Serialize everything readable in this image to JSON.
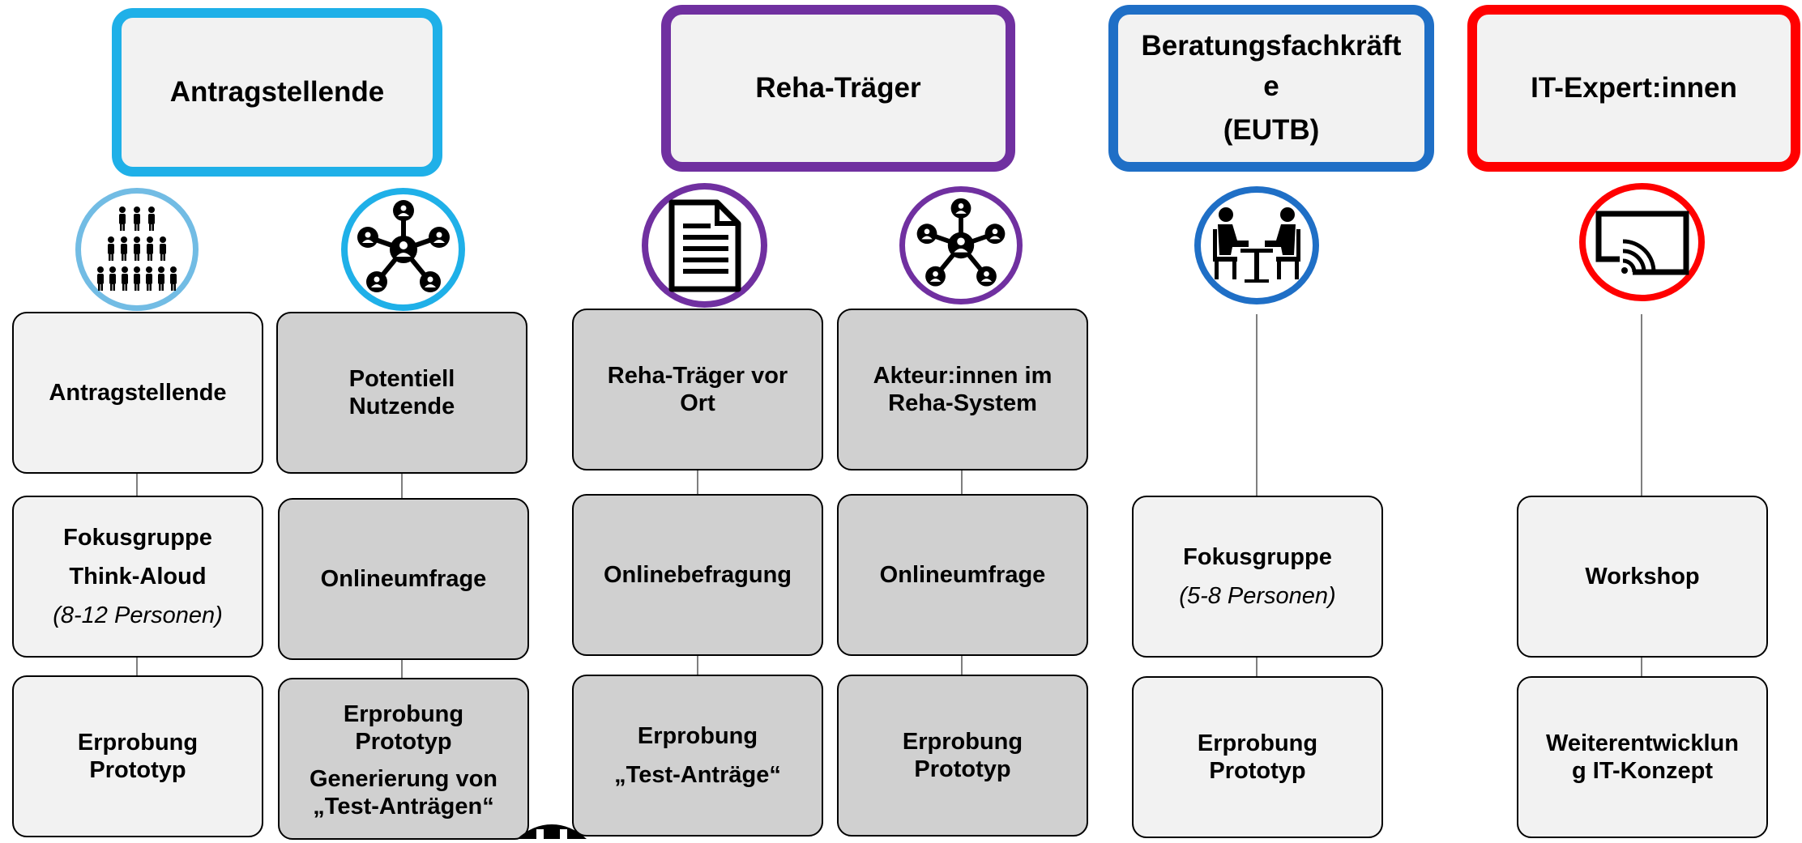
{
  "colors": {
    "antragstellende": "#1fb0e8",
    "antragstellende_group_icon": "#72bce4",
    "reha": "#7030a0",
    "eutb": "#1f6fc6",
    "it": "#ff0000",
    "box_light": "#f2f2f2",
    "box_dark": "#d0d0d0"
  },
  "headers": {
    "antragstellende": "Antragstellende",
    "reha": "Reha-Träger",
    "eutb_line1": "Beratungsfachkräft",
    "eutb_line2": "e",
    "eutb_line3": "(EUTB)",
    "it": "IT-Expert:innen"
  },
  "icons": {
    "antragstellende_group": "people-group-icon",
    "antragstellende_network": "network-icon",
    "reha_document": "document-icon",
    "reha_network": "network-icon",
    "eutb_meeting": "meeting-table-icon",
    "it_screen": "wireless-screen-icon"
  },
  "columns": {
    "col1": {
      "row1": "Antragstellende",
      "row2_line1": "Fokusgruppe",
      "row2_line2": "Think-Aloud",
      "row2_line3": "(8-12 Personen)",
      "row3_line1": "Erprobung",
      "row3_line2": "Prototyp"
    },
    "col2": {
      "row1_line1": "Potentiell",
      "row1_line2": "Nutzende",
      "row2": "Onlineumfrage",
      "row3_line1": "Erprobung",
      "row3_line2": "Prototyp",
      "row3_line3": "Generierung von",
      "row3_line4": "„Test-Anträgen“"
    },
    "col3": {
      "row1_line1": "Reha-Träger vor",
      "row1_line2": "Ort",
      "row2": "Onlinebefragung",
      "row3_line1": "Erprobung",
      "row3_line2": "„Test-Anträge“"
    },
    "col4": {
      "row1_line1": "Akteur:innen im",
      "row1_line2": "Reha-System",
      "row2": "Onlineumfrage",
      "row3_line1": "Erprobung",
      "row3_line2": "Prototyp"
    },
    "col5": {
      "row2_line1": "Fokusgruppe",
      "row2_line2": "(5-8 Personen)",
      "row3_line1": "Erprobung",
      "row3_line2": "Prototyp"
    },
    "col6": {
      "row2": "Workshop",
      "row3_line1": "Weiterentwicklun",
      "row3_line2": "g IT-Konzept"
    }
  }
}
